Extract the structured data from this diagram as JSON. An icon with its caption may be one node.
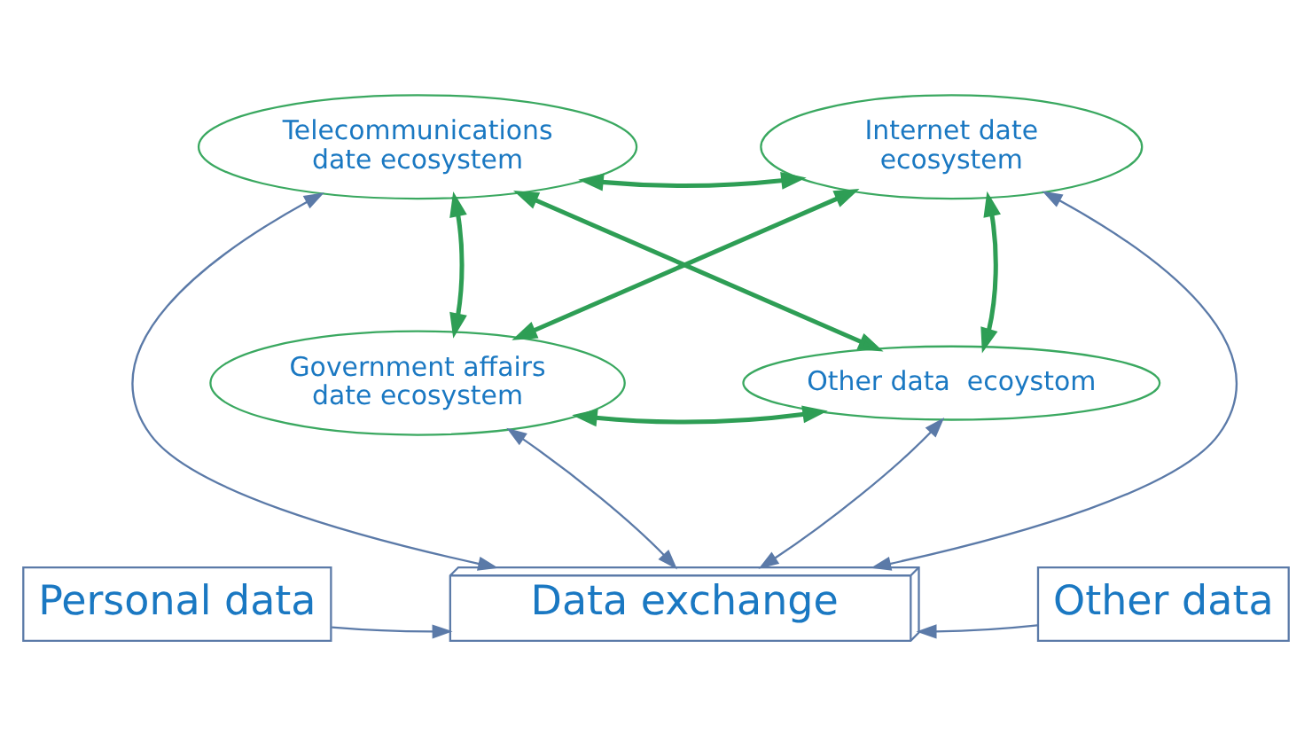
{
  "diagram": {
    "nodes": [
      {
        "text": [
          "Telecommunications date ecosystem"
        ]
      },
      {
        "text": [
          "Internet date ecosystem"
        ]
      },
      {
        "text": [
          "Government affairs date ecosystem"
        ]
      },
      {
        "text": [
          "Other data  ecoystom"
        ]
      },
      {
        "text": [
          "Personal data"
        ]
      },
      {
        "text": [
          "Data exchange"
        ]
      },
      {
        "text": [
          "Other data"
        ]
      }
    ],
    "edges": [
      {
        "from": 0,
        "to": 1,
        "arrow": "both"
      },
      {
        "from": 0,
        "to": 2,
        "arrow": "both"
      },
      {
        "from": 1,
        "to": 2,
        "arrow": "both"
      },
      {
        "from": 0,
        "to": 3,
        "arrow": "both"
      },
      {
        "from": 1,
        "to": 3,
        "arrow": "both"
      },
      {
        "from": 2,
        "to": 3,
        "arrow": "both"
      },
      {
        "from": 5,
        "to": 2,
        "arrow": "both",
        "color": "#5b7aa8"
      },
      {
        "from": 5,
        "to": 0,
        "arrow": "both",
        "color": "#5b7aa8"
      },
      {
        "from": 5,
        "to": 1,
        "arrow": "both",
        "color": "#5b7aa8"
      },
      {
        "from": 5,
        "to": 3,
        "arrow": "both",
        "color": "#5b7aa8"
      },
      {
        "from": 4,
        "to": 5,
        "arrow": "to",
        "color": "#5b7aa8"
      },
      {
        "from": 6,
        "to": 5,
        "arrow": "to",
        "color": "#5b7aa8"
      }
    ]
  }
}
